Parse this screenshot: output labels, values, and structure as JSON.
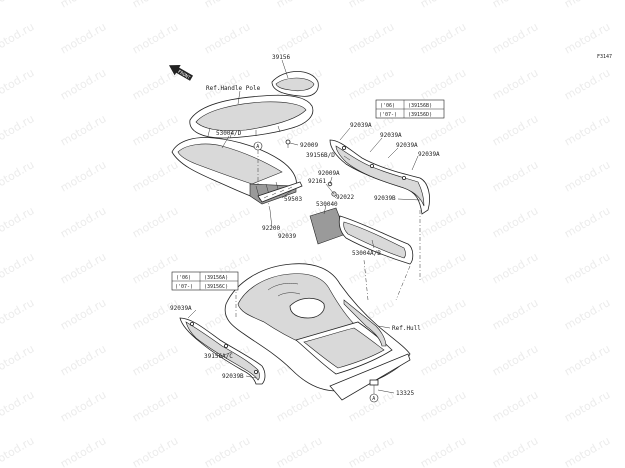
{
  "diagram_code": "F3147",
  "watermark": "motod.ru",
  "front_badge": "FRONT",
  "parts": {
    "p39156": "39156",
    "ref_handle_pole": "Ref.Handle Pole",
    "p53004d": "53004/D",
    "p92009_top": "92009",
    "p92039a_1": "92039A",
    "p92039a_2": "92039A",
    "p92039a_3": "92039A",
    "p92039a_4": "92039A",
    "p39156b_d": "39156B/D",
    "p92009a": "92009A",
    "p92161": "92161",
    "p92022": "92022",
    "p530040": "530040",
    "p59503": "59503",
    "p92039b_1": "92039B",
    "p92200": "92200",
    "p92039": "92039",
    "p53004a_b": "53004A/B",
    "ref_hull": "Ref.Hull",
    "p39156a_c": "39156A/C",
    "p92039b_2": "92039B",
    "p13325": "13325"
  },
  "callout_marker": "A",
  "year_table_right": [
    {
      "year": "('06)",
      "part": "(39156B)"
    },
    {
      "year": "('07-)",
      "part": "(39156D)"
    }
  ],
  "year_table_left": [
    {
      "year": "('06)",
      "part": "(39156A)"
    },
    {
      "year": "('07-)",
      "part": "(39156C)"
    }
  ]
}
